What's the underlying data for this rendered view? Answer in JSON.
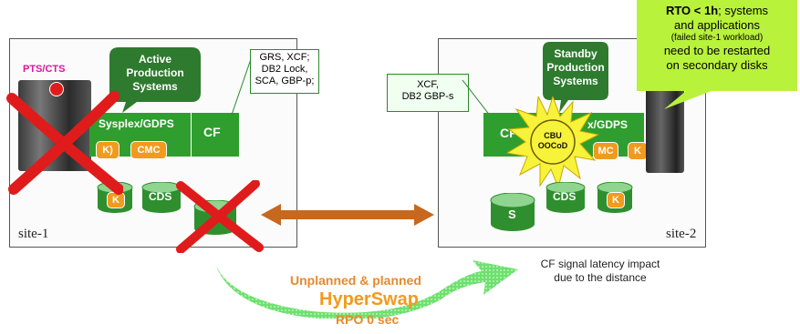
{
  "site1": {
    "label": "site-1",
    "pts_cts": "PTS/CTS",
    "bubble": "Active\nProduction\nSystems",
    "sysplex": "Sysplex/GDPS",
    "cf": "CF",
    "k_badge": "K)",
    "cmc": "CMC",
    "cyl_k": "K",
    "cyl_cds": "CDS",
    "note": "GRS, XCF;\nDB2 Lock,\nSCA, GBP-p;"
  },
  "site2": {
    "label": "site-2",
    "note": "XCF,\nDB2 GBP-s",
    "bubble": "Standby\nProduction\nSystems",
    "sysplex": "x/GDPS",
    "cf": "CF",
    "cbu": "CBU\nOOCoD",
    "mc": "MC",
    "k_badge": "K",
    "cyl_s": "S",
    "cyl_cds": "CDS",
    "cyl_k": "K"
  },
  "rto": {
    "bold": "RTO < 1h",
    "line1_rest": "; systems",
    "line2": "and applications",
    "line3": "(failed site-1 workload)",
    "line4": "need to be restarted",
    "line5": "on secondary disks"
  },
  "hyperswap": {
    "line1": "Unplanned & planned",
    "line2": "HyperSwap",
    "line3": "RPO 0 sec"
  },
  "cf_latency": "CF signal latency impact\ndue to the distance",
  "colors": {
    "green": "#2f9e2f",
    "dark_green": "#2e7a2e",
    "orange": "#f29a1d",
    "red": "#e01b1b",
    "yellow": "#f7f23a",
    "arrow": "#c7681e"
  }
}
